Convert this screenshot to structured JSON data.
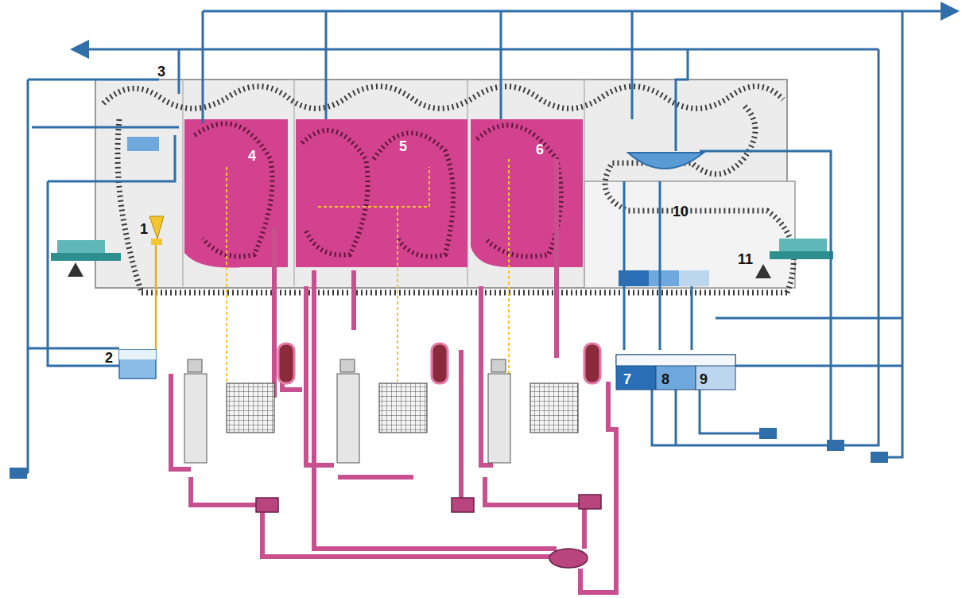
{
  "diagram": {
    "labels": [
      "3",
      "1",
      "2",
      "4",
      "5",
      "6",
      "10",
      "11",
      "7",
      "8",
      "9"
    ]
  }
}
